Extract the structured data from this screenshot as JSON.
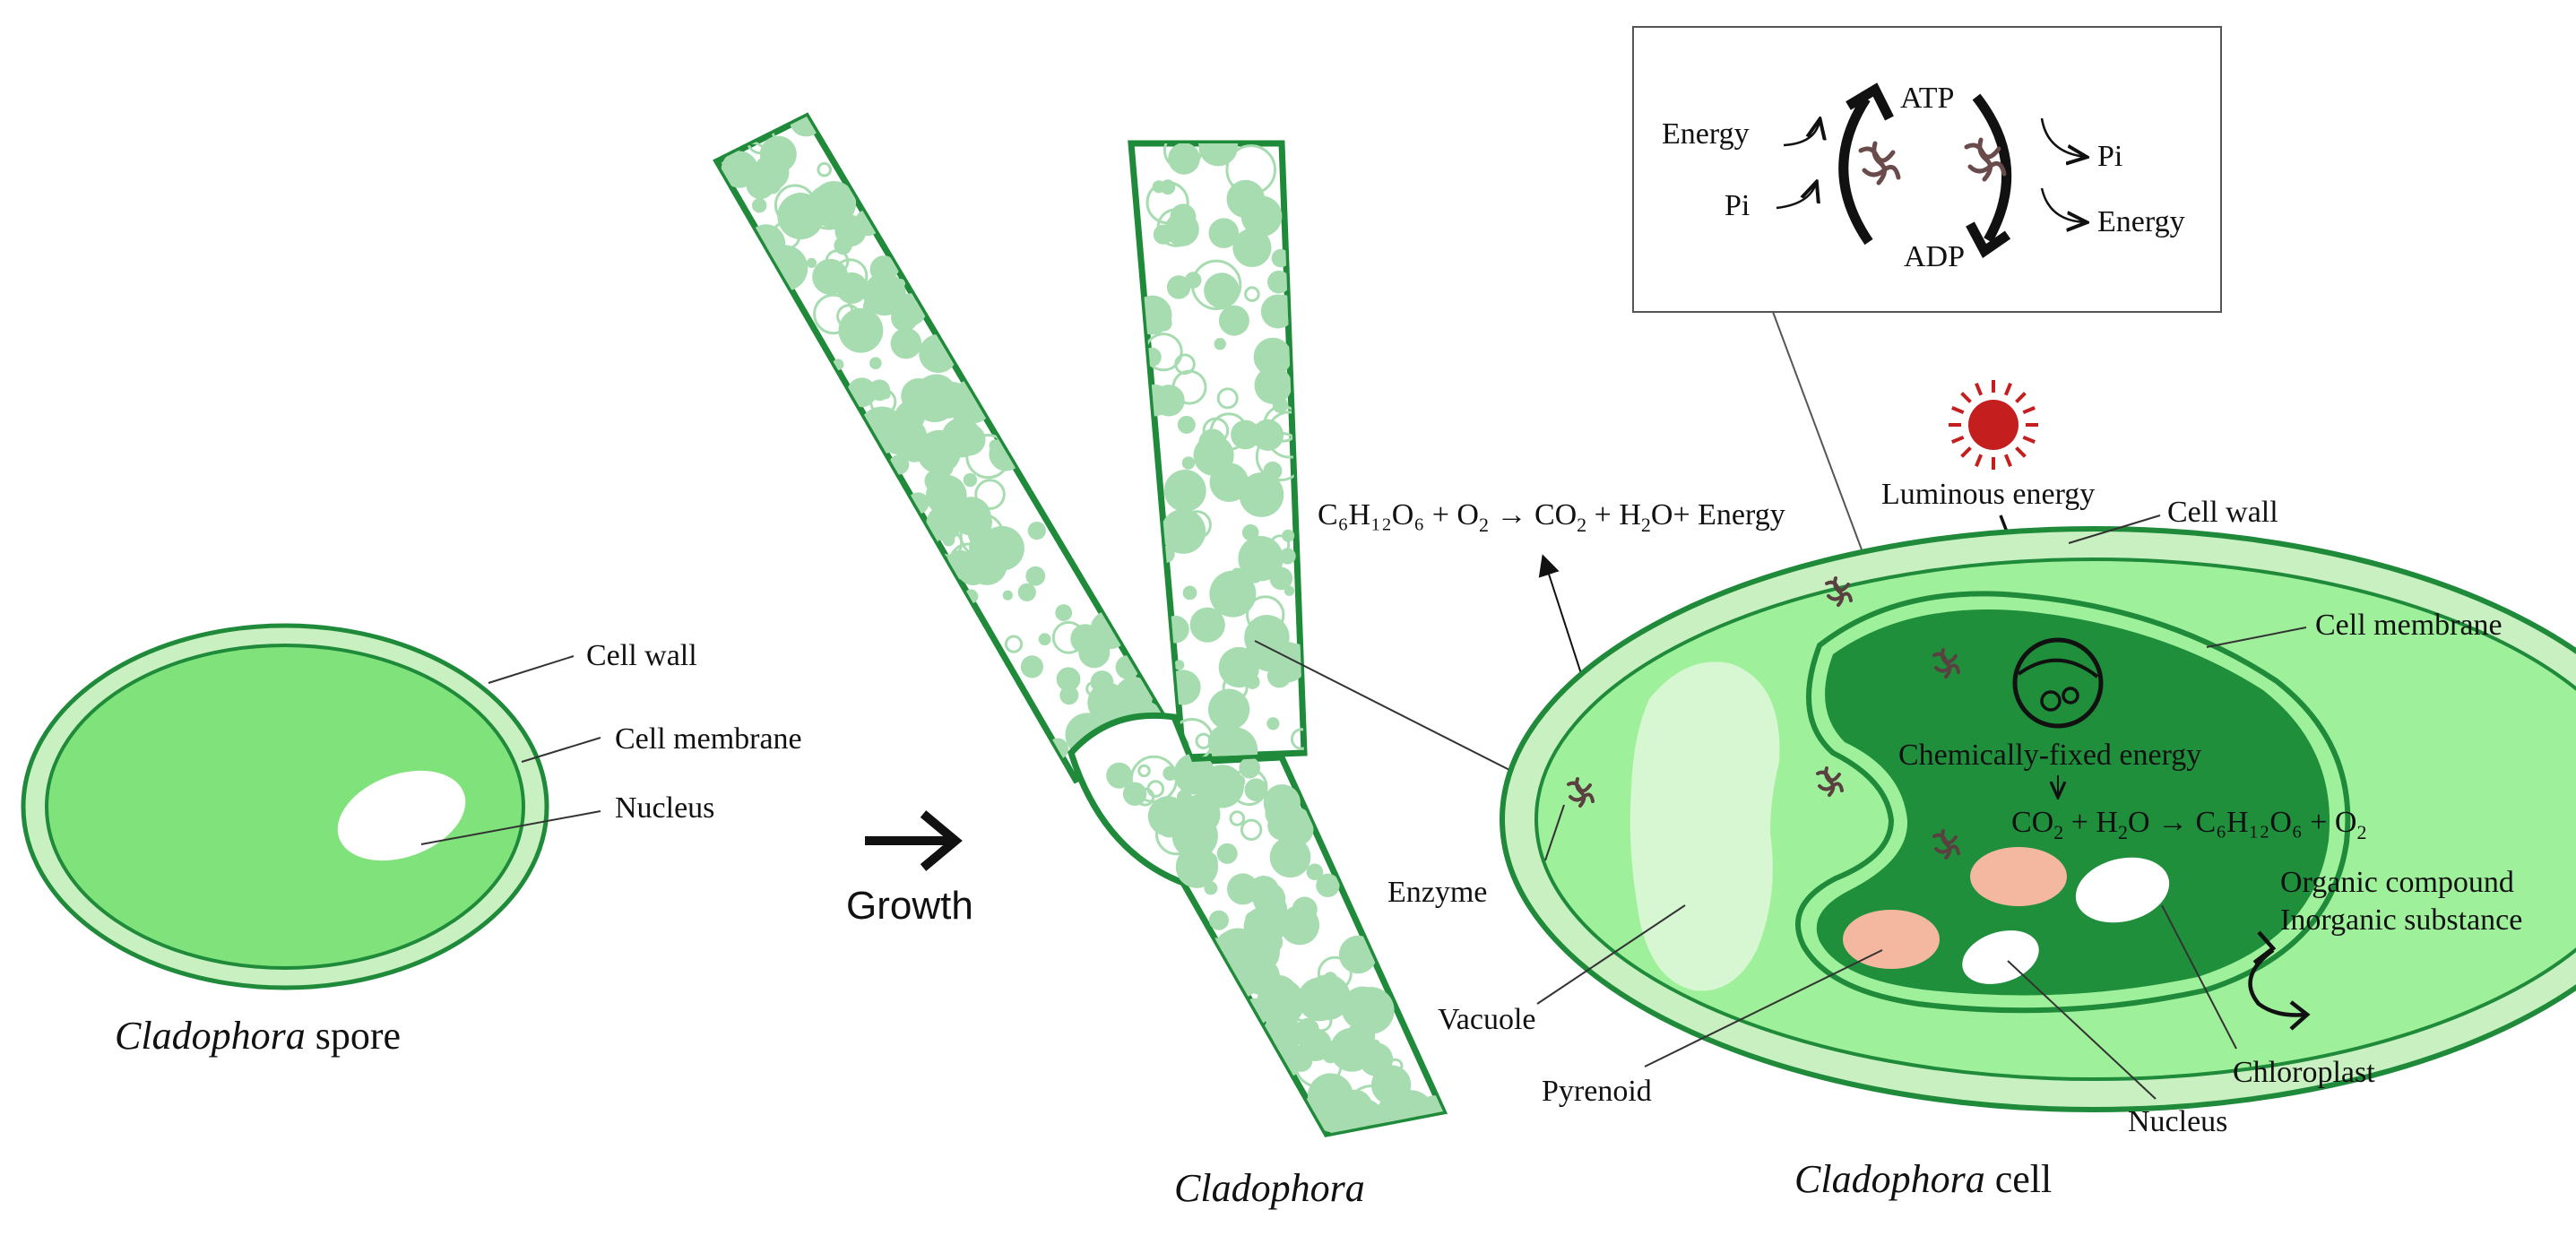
{
  "spore": {
    "labels": {
      "cell_wall": "Cell wall",
      "cell_membrane": "Cell membrane",
      "nucleus": "Nucleus"
    },
    "caption_italic": "Cladophora",
    "caption_rest": " spore"
  },
  "growth_label": "Growth",
  "filament": {
    "caption": "Cladophora"
  },
  "respiration_equation": {
    "a": "C₆H₁₂O₆ + O",
    "a_sub": "2",
    "b": " → CO",
    "b_sub": "2",
    "c": " + H",
    "c_sub": "2",
    "d": "O+ Energy"
  },
  "atp_box": {
    "atp": "ATP",
    "adp": "ADP",
    "energy_in": "Energy",
    "pi_in": "Pi",
    "pi_out": "Pi",
    "energy_out": "Energy"
  },
  "cell": {
    "luminous_energy": "Luminous energy",
    "cell_wall": "Cell wall",
    "cell_membrane": "Cell membrane",
    "chemically_fixed": "Chemically-fixed energy",
    "photosynthesis": {
      "a": "CO",
      "a_sub": "2",
      "b": " + H",
      "b_sub": "2",
      "c": "O → C₆H₁₂O₆ + O",
      "c_sub": "2"
    },
    "organic_compound": "Organic compound",
    "inorganic_substance": "Inorganic substance",
    "enzyme": "Enzyme",
    "vacuole": "Vacuole",
    "pyrenoid": "Pyrenoid",
    "nucleus": "Nucleus",
    "chloroplast": "Chloroplast",
    "caption_italic": "Cladophora",
    "caption_rest": " cell"
  },
  "colors": {
    "dark_green": "#1e8a3a",
    "mid_green": "#6bd86b",
    "light_green": "#9ff09a",
    "pale_green": "#c9f0c0",
    "bubble_green": "#a6dcb0",
    "chloroplast_green": "#1f8f3c",
    "pyrenoid": "#f4b8a0",
    "sun": "#c41e1e"
  }
}
